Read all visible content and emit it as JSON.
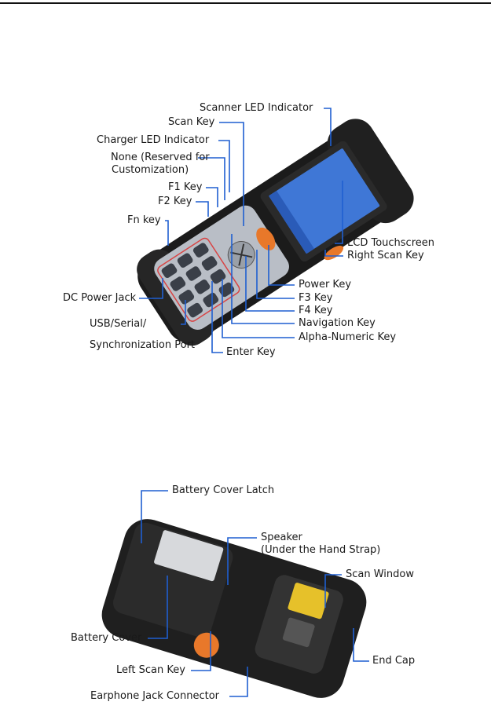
{
  "colors": {
    "callout_line": "#1f5fd1",
    "body_dark": "#1b1b1b",
    "body_mid": "#2e2e2e",
    "screen_blue": "#3f77d6",
    "keypad_silver": "#b9bec6",
    "scan_key_orange": "#e8782a",
    "key_outline_red": "#d84444"
  },
  "front_view": {
    "labels": {
      "scanner_led": "Scanner LED Indicator",
      "scan_key": "Scan Key",
      "charger_led": "Charger LED Indicator",
      "none_reserved_line1": "None (Reserved for",
      "none_reserved_line2": "Customization)",
      "f1_key": "F1 Key",
      "f2_key": "F2 Key",
      "fn_key": "Fn key",
      "lcd_touchscreen": "LCD Touchscreen",
      "right_scan_key": "Right Scan Key",
      "power_key": "Power Key",
      "f3_key": "F3 Key",
      "f4_key": "F4 Key",
      "navigation_key": "Navigation Key",
      "alpha_numeric_key": "Alpha-Numeric Key",
      "enter_key": "Enter Key",
      "dc_power_jack": "DC Power Jack",
      "usb_serial_line1": "USB/Serial/",
      "usb_serial_line2": "Synchronization Port"
    }
  },
  "back_view": {
    "labels": {
      "battery_cover_latch": "Battery Cover Latch",
      "speaker_line1": "Speaker",
      "speaker_line2": "(Under the Hand Strap)",
      "scan_window": "Scan Window",
      "battery_cover": "Battery Cover",
      "end_cap": "End Cap",
      "left_scan_key": "Left Scan Key",
      "earphone_jack": "Earphone Jack Connector"
    }
  }
}
